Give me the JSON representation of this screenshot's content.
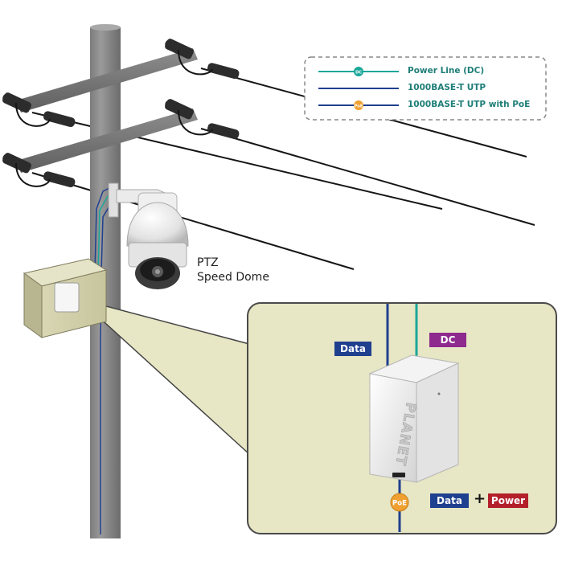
{
  "legend": {
    "items": [
      {
        "label": "Power Line (DC)",
        "badge": "DC",
        "line_color": "#1aa79a",
        "badge_color": "#1aa79a"
      },
      {
        "label": "1000BASE-T UTP",
        "badge": "",
        "line_color": "#1f3f8f",
        "badge_color": ""
      },
      {
        "label": "1000BASE-T UTP with PoE",
        "badge": "PoE",
        "line_color": "#1f3f8f",
        "badge_color": "#f0a030"
      }
    ]
  },
  "camera": {
    "line1": "PTZ",
    "line2": "Speed Dome"
  },
  "callout": {
    "data_tag": "Data",
    "dc_tag": "DC",
    "device_brand": "PLANET",
    "poe_badge": "PoE",
    "data_label": "Data",
    "plus": "+",
    "power_label": "Power"
  },
  "colors": {
    "data_blue": "#1f3f8f",
    "dc_teal": "#1aa79a",
    "dc_purple": "#8e2a8e",
    "power_red": "#b3202a",
    "poe_orange": "#f0a030",
    "callout_bg": "#e7e6c5"
  }
}
